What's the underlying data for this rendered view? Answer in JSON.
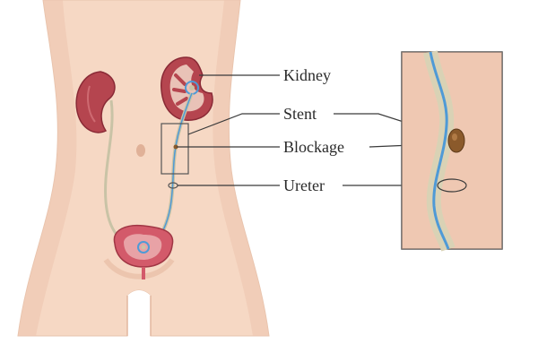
{
  "labels": {
    "kidney": "Kidney",
    "stent": "Stent",
    "blockage": "Blockage",
    "ureter": "Ureter"
  },
  "colors": {
    "background": "#ffffff",
    "skin": "#f6d8c4",
    "skin_shadow": "#e9b89e",
    "kidney": "#b5454f",
    "kidney_dark": "#8a2a36",
    "kidney_cut_inner": "#e9c2b7",
    "ureter": "#c9c3a6",
    "stent": "#4f9ad6",
    "bladder": "#d35a6a",
    "blockage": "#8b5a2b",
    "leader_line": "#3a3a3a",
    "inset_border": "#555555"
  },
  "icons": {
    "left_kidney": "kidney-illustration",
    "right_kidney_section": "kidney-cross-section",
    "bladder": "bladder-illustration",
    "inset": "ureter-magnified-inset"
  }
}
